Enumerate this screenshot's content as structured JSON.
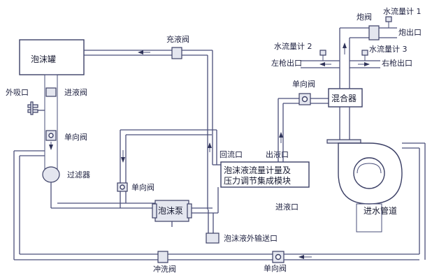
{
  "labels": {
    "foam_tank": "泡沫罐",
    "fill_valve": "充液阀",
    "outer_suction": "外吸口",
    "inlet_valve": "进液阀",
    "check_valve_left": "单向阀",
    "filter": "过滤器",
    "check_valve_lower": "单向阀",
    "foam_pump": "泡沫泵",
    "return_port": "回流口",
    "outlet_port": "出液口",
    "module_line1": "泡沫液流量计量及",
    "module_line2": "压力调节集成模块",
    "inlet_port": "进液口",
    "foam_export": "泡沫液外输送口",
    "flush_valve": "冲洗阀",
    "check_valve_bottom": "单向阀",
    "check_valve_top": "单向阀",
    "mixer": "混合器",
    "water_pipe": "进水管道",
    "cannon_valve": "炮阀",
    "flowmeter1": "水流量计 1",
    "cannon_outlet": "炮出口",
    "flowmeter2": "水流量计 2",
    "flowmeter3": "水流量计 3",
    "left_gun": "左枪出口",
    "right_gun": "右枪出口"
  },
  "icons": {
    "valve": "valve-icon",
    "check_valve": "check-valve-icon",
    "arrow": "flow-arrow-icon"
  },
  "colors": {
    "line": "#4a4f7a",
    "box_fill": "#ffffff",
    "shade": "#e4e6ef",
    "text": "#1e2140"
  }
}
